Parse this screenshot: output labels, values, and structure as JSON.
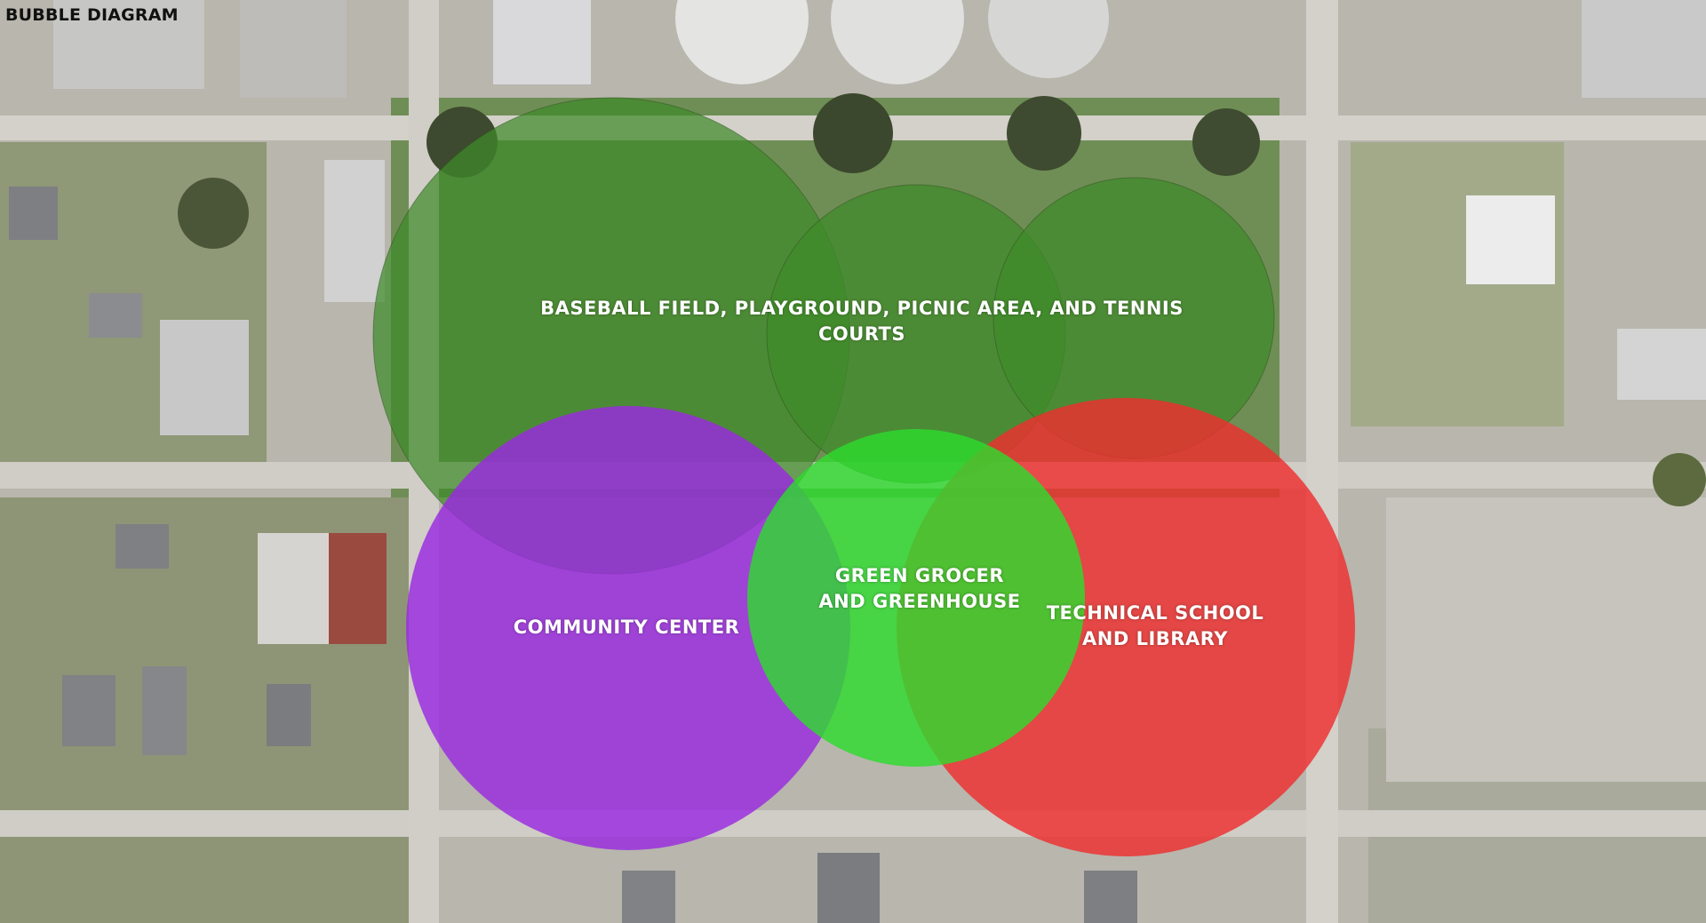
{
  "title": "BUBBLE DIAGRAM",
  "bubbles": [
    {
      "id": "parks-a",
      "color": "#3f8a2a",
      "opacity": 0.72
    },
    {
      "id": "parks-b",
      "color": "#3f8a2a",
      "opacity": 0.72
    },
    {
      "id": "parks-c",
      "color": "#3f8a2a",
      "opacity": 0.72
    },
    {
      "id": "community",
      "color": "#9a2ae0",
      "opacity": 0.82
    },
    {
      "id": "technical",
      "color": "#ee2e2e",
      "opacity": 0.82
    },
    {
      "id": "grocer",
      "color": "#2edb2e",
      "opacity": 0.82
    }
  ],
  "labels": {
    "parks": "BASEBALL FIELD, PLAYGROUND, PICNIC AREA, AND TENNIS COURTS",
    "community": "COMMUNITY CENTER",
    "grocer": {
      "line1": "GREEN GROCER",
      "line2": "AND GREENHOUSE"
    },
    "technical": {
      "line1": "TECHNICAL SCHOOL",
      "line2": "AND LIBRARY"
    }
  }
}
